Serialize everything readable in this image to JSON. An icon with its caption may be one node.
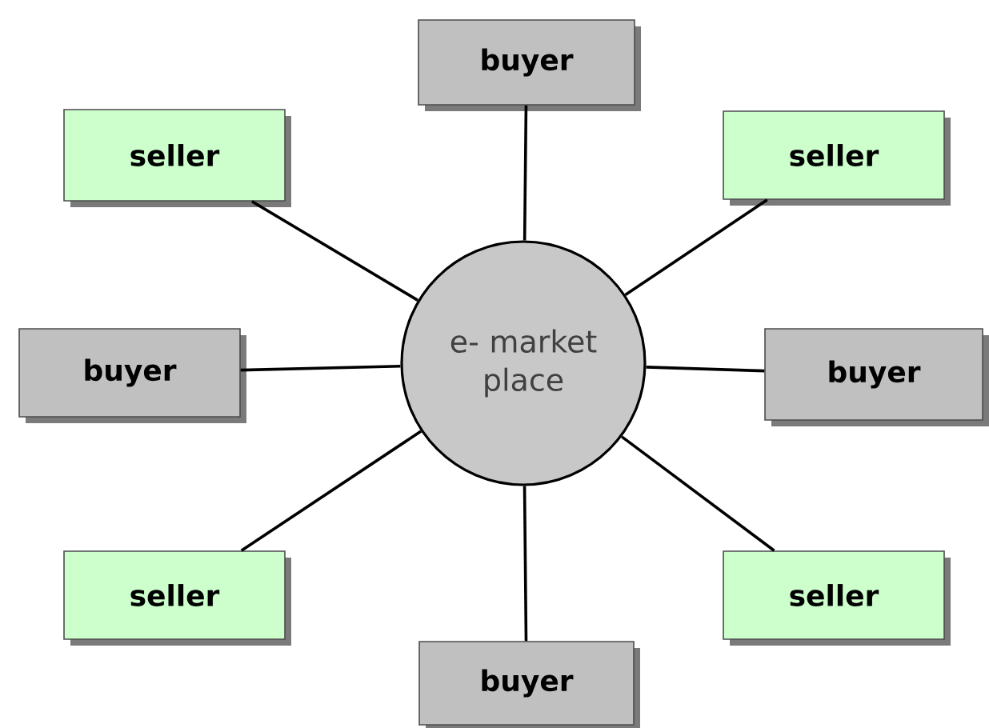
{
  "diagram": {
    "nodes": [
      {
        "text": [
          "buyer"
        ]
      },
      {
        "text": [
          "seller"
        ]
      },
      {
        "text": [
          "seller"
        ]
      },
      {
        "text": [
          "buyer"
        ]
      },
      {
        "text": [
          "e- market place"
        ]
      },
      {
        "text": [
          "buyer"
        ]
      },
      {
        "text": [
          "seller"
        ]
      },
      {
        "text": [
          "seller"
        ]
      },
      {
        "text": [
          "buyer"
        ]
      }
    ],
    "edges": [
      {
        "from": 4,
        "to": 0,
        "arrow": "none"
      },
      {
        "from": 4,
        "to": 1,
        "arrow": "none"
      },
      {
        "from": 4,
        "to": 2,
        "arrow": "none"
      },
      {
        "from": 4,
        "to": 3,
        "arrow": "none"
      },
      {
        "from": 4,
        "to": 5,
        "arrow": "none"
      },
      {
        "from": 4,
        "to": 6,
        "arrow": "none"
      },
      {
        "from": 4,
        "to": 7,
        "arrow": "none"
      },
      {
        "from": 4,
        "to": 8,
        "arrow": "none"
      }
    ]
  }
}
